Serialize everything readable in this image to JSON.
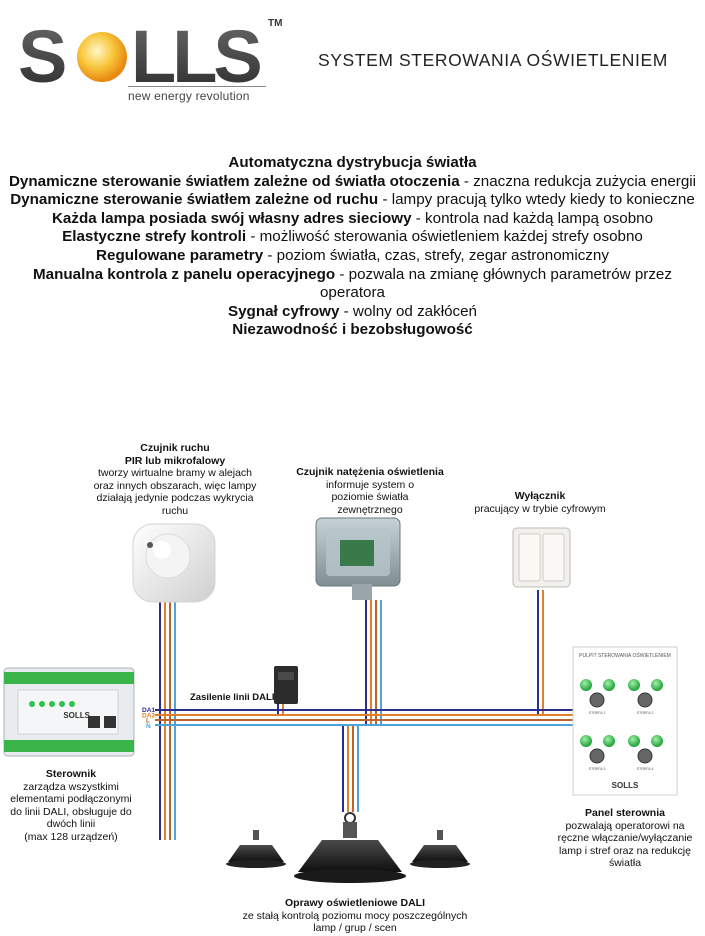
{
  "header": {
    "brand": "SOLLS",
    "trademark": "TM",
    "tagline": "new energy revolution",
    "title": "SYSTEM STEROWANIA OŚWIETLENIEM"
  },
  "features": [
    {
      "bold": "Automatyczna dystrybucja światła",
      "text": ""
    },
    {
      "bold": "Dynamiczne sterowanie światłem zależne od światła otoczenia",
      "text": " - znaczna redukcja zużycia energii"
    },
    {
      "bold": "Dynamiczne sterowanie światłem zależne od ruchu",
      "text": " - lampy pracują tylko wtedy kiedy to konieczne"
    },
    {
      "bold": "Każda lampa posiada swój własny adres sieciowy",
      "text": " - kontrola nad każdą lampą osobno"
    },
    {
      "bold": "Elastyczne strefy kontroli",
      "text": " - możliwość sterowania oświetleniem każdej strefy osobno"
    },
    {
      "bold": "Regulowane parametry",
      "text": " - poziom światła, czas, strefy, zegar astronomiczny"
    },
    {
      "bold": "Manualna kontrola z panelu operacyjnego",
      "text": " - pozwala na zmianę głównych parametrów przez operatora"
    },
    {
      "bold": "Sygnał cyfrowy",
      "text": " - wolny od zakłóceń"
    },
    {
      "bold": "Niezawodność i bezobsługowość",
      "text": ""
    }
  ],
  "devices": {
    "motion_sensor": {
      "title1": "Czujnik ruchu",
      "title2": "PIR lub mikrofalowy",
      "desc": "tworzy wirtualne bramy w alejach oraz innych obszarach, więc lampy działają jedynie podczas wykrycia ruchu"
    },
    "light_sensor": {
      "title": "Czujnik natężenia oświetlenia",
      "desc": "informuje system o poziomie światła zewnętrznego"
    },
    "switch": {
      "title": "Wyłącznik",
      "desc": "pracujący w trybie cyfrowym"
    },
    "power_supply": {
      "title": "Zasilenie linii DALI"
    },
    "controller": {
      "title": "Sterownik",
      "desc": "zarządza wszystkimi elementami podłączonymi do linii DALI, obsługuje do dwóch linii",
      "note": "(max 128 urządzeń)",
      "label": "SOLLS"
    },
    "control_panel": {
      "title": "Panel sterownia",
      "desc": "pozwalają operatorowi na ręczne włączanie/wyłączanie lamp i stref oraz na redukcję światła",
      "panel_title": "PULPIT STEROWANIA OŚWIETLENIEM",
      "zones": [
        "STREFA 1",
        "STREFA 2",
        "STREFA 3",
        "STREFA 4"
      ],
      "brand": "SOLLS"
    },
    "luminaires": {
      "title": "Oprawy oświetleniowe DALI",
      "desc": "ze stałą kontrolą poziomu mocy poszczególnych lamp / grup / scen"
    }
  },
  "bus_labels": [
    "DA1",
    "DA2",
    "L",
    "N"
  ],
  "colors": {
    "da1": "#2a2f8f",
    "da2": "#e0802a",
    "l": "#b8652e",
    "n": "#4fa3dc",
    "panel_button": "#2fc24a"
  }
}
